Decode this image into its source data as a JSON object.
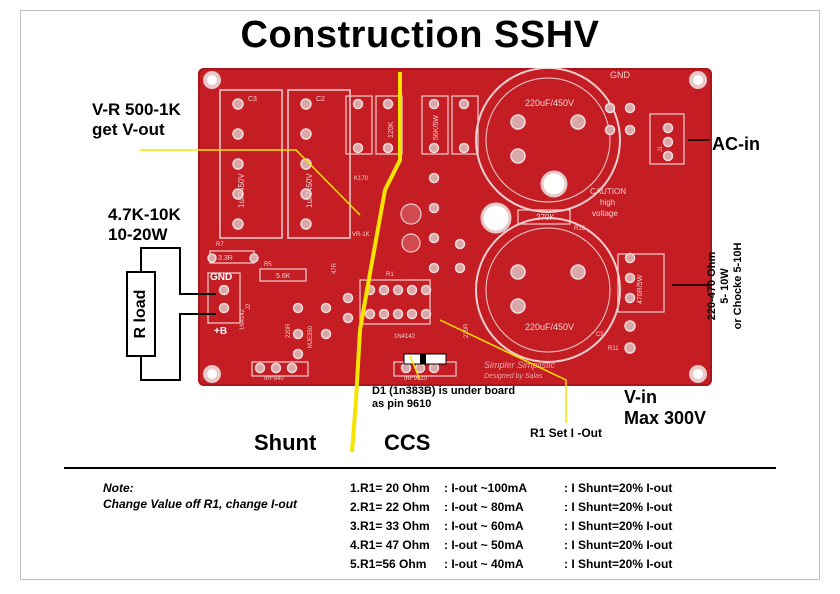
{
  "title": "Construction SSHV",
  "annotations": {
    "vr_line1": "V-R 500-1K",
    "vr_line2": "get V-out",
    "rating_line1": "4.7K-10K",
    "rating_line2": "10-20W",
    "r_load": "R load",
    "ac_in": "AC-in",
    "choke_line1": "220-470 Ohm",
    "choke_line2": "5- 10W",
    "choke_line3": "or Chocke 5-10H",
    "v_in": "V-in",
    "max_voltage": "Max 300V",
    "d1_line1": "D1 (1n383B) is under board",
    "d1_line2": "as pin 9610",
    "r1_set": "R1 Set I -Out",
    "shunt": "Shunt",
    "ccs": "CCS"
  },
  "pcb_labels": {
    "cap1": "220uF/450V",
    "cap2": "220uF/450V",
    "c3": "C3",
    "c2": "C2",
    "film1": "1uF/450V",
    "film2": "1uF/450V",
    "gnd_top": "GND",
    "gnd_left": "GND",
    "plus_b": "+B",
    "caution": "CAUTION",
    "high": "high",
    "voltage": "voltage",
    "r12": "270K",
    "r12_ref": "R12",
    "r5": "5.6K",
    "r5_ref": "R5",
    "r7": "3.3R",
    "r7_ref": "R7",
    "r9": "47R",
    "vr": "VR-1K",
    "r1": "R1",
    "q3": "IRF840",
    "q1": "IRF9610",
    "d8": "1N4142",
    "d6": "1N4142",
    "mje": "MJE350",
    "r6": "220R",
    "r_220": "220R",
    "k120": "120K",
    "k170": "K170",
    "r56k": "56K/5W",
    "r470": "470R/5W",
    "c5": "C5",
    "r11": "R11",
    "j1": "J1",
    "j2": "J2",
    "brand1": "Simpler Simplistic",
    "brand2": "Designed by Salas"
  },
  "notes": {
    "heading": "Note:",
    "text": "Change Value off R1, change I-out"
  },
  "table": [
    {
      "r1": "1.R1= 20 Ohm",
      "iout": ": I-out ~100mA",
      "ishunt": ": I Shunt=20% I-out"
    },
    {
      "r1": "2.R1= 22 Ohm",
      "iout": ": I-out ~ 80mA",
      "ishunt": ": I Shunt=20% I-out"
    },
    {
      "r1": "3.R1= 33 Ohm",
      "iout": ": I-out ~ 60mA",
      "ishunt": ": I Shunt=20% I-out"
    },
    {
      "r1": "4.R1= 47 Ohm",
      "iout": ": I-out ~ 50mA",
      "ishunt": ": I Shunt=20% I-out"
    },
    {
      "r1": "5.R1=56 Ohm",
      "iout": ": I-out ~ 40mA",
      "ishunt": ": I Shunt=20% I-out"
    }
  ],
  "colors": {
    "pcb": "#c51d24",
    "divider_line": "#f5e300",
    "silkscreen": "#f0d0d0"
  }
}
